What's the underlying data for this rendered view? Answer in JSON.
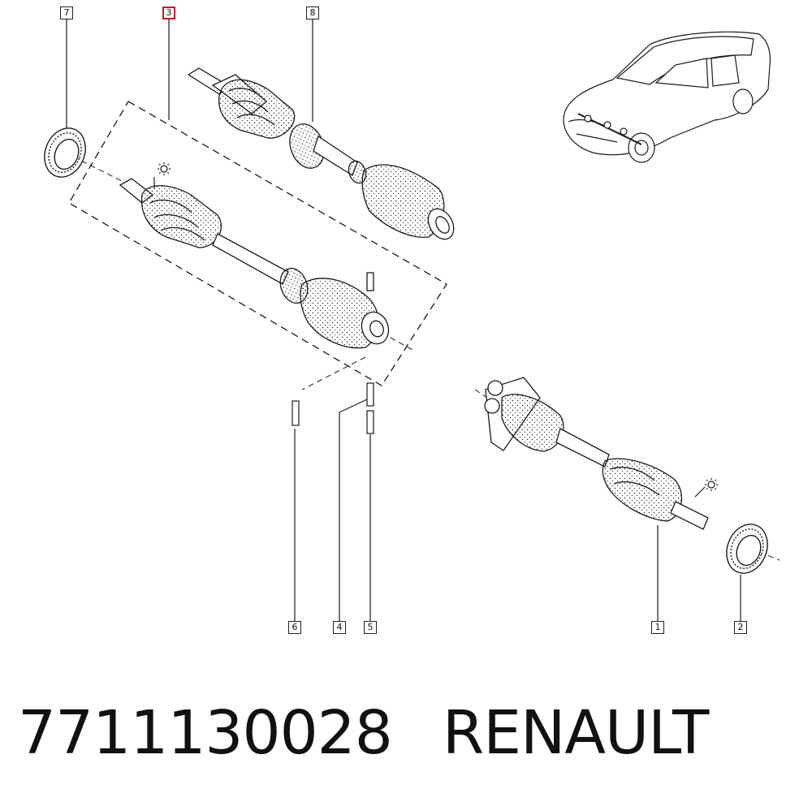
{
  "callouts": {
    "c1": "1",
    "c2": "2",
    "c3": "3",
    "c4": "4",
    "c5": "5",
    "c6": "6",
    "c7": "7",
    "c8": "8"
  },
  "highlighted_callout": "3",
  "colors": {
    "line": "#1a1a1a",
    "highlight": "#d0122c",
    "background": "#ffffff"
  },
  "caption": {
    "part_number": "7711130028",
    "brand": "RENAULT"
  }
}
